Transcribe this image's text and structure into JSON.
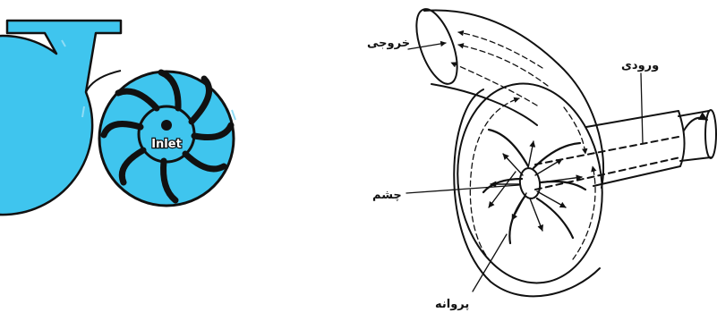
{
  "colors": {
    "casing_fill": "#3fc5ee",
    "outline": "#111111",
    "background": "#ffffff"
  },
  "left_diagram": {
    "inlet_label": "Inlet"
  },
  "right_diagram": {
    "labels": {
      "outlet": "خروجی",
      "inlet": "ورودی",
      "eye": "چشم",
      "impeller": "پروانه"
    }
  }
}
